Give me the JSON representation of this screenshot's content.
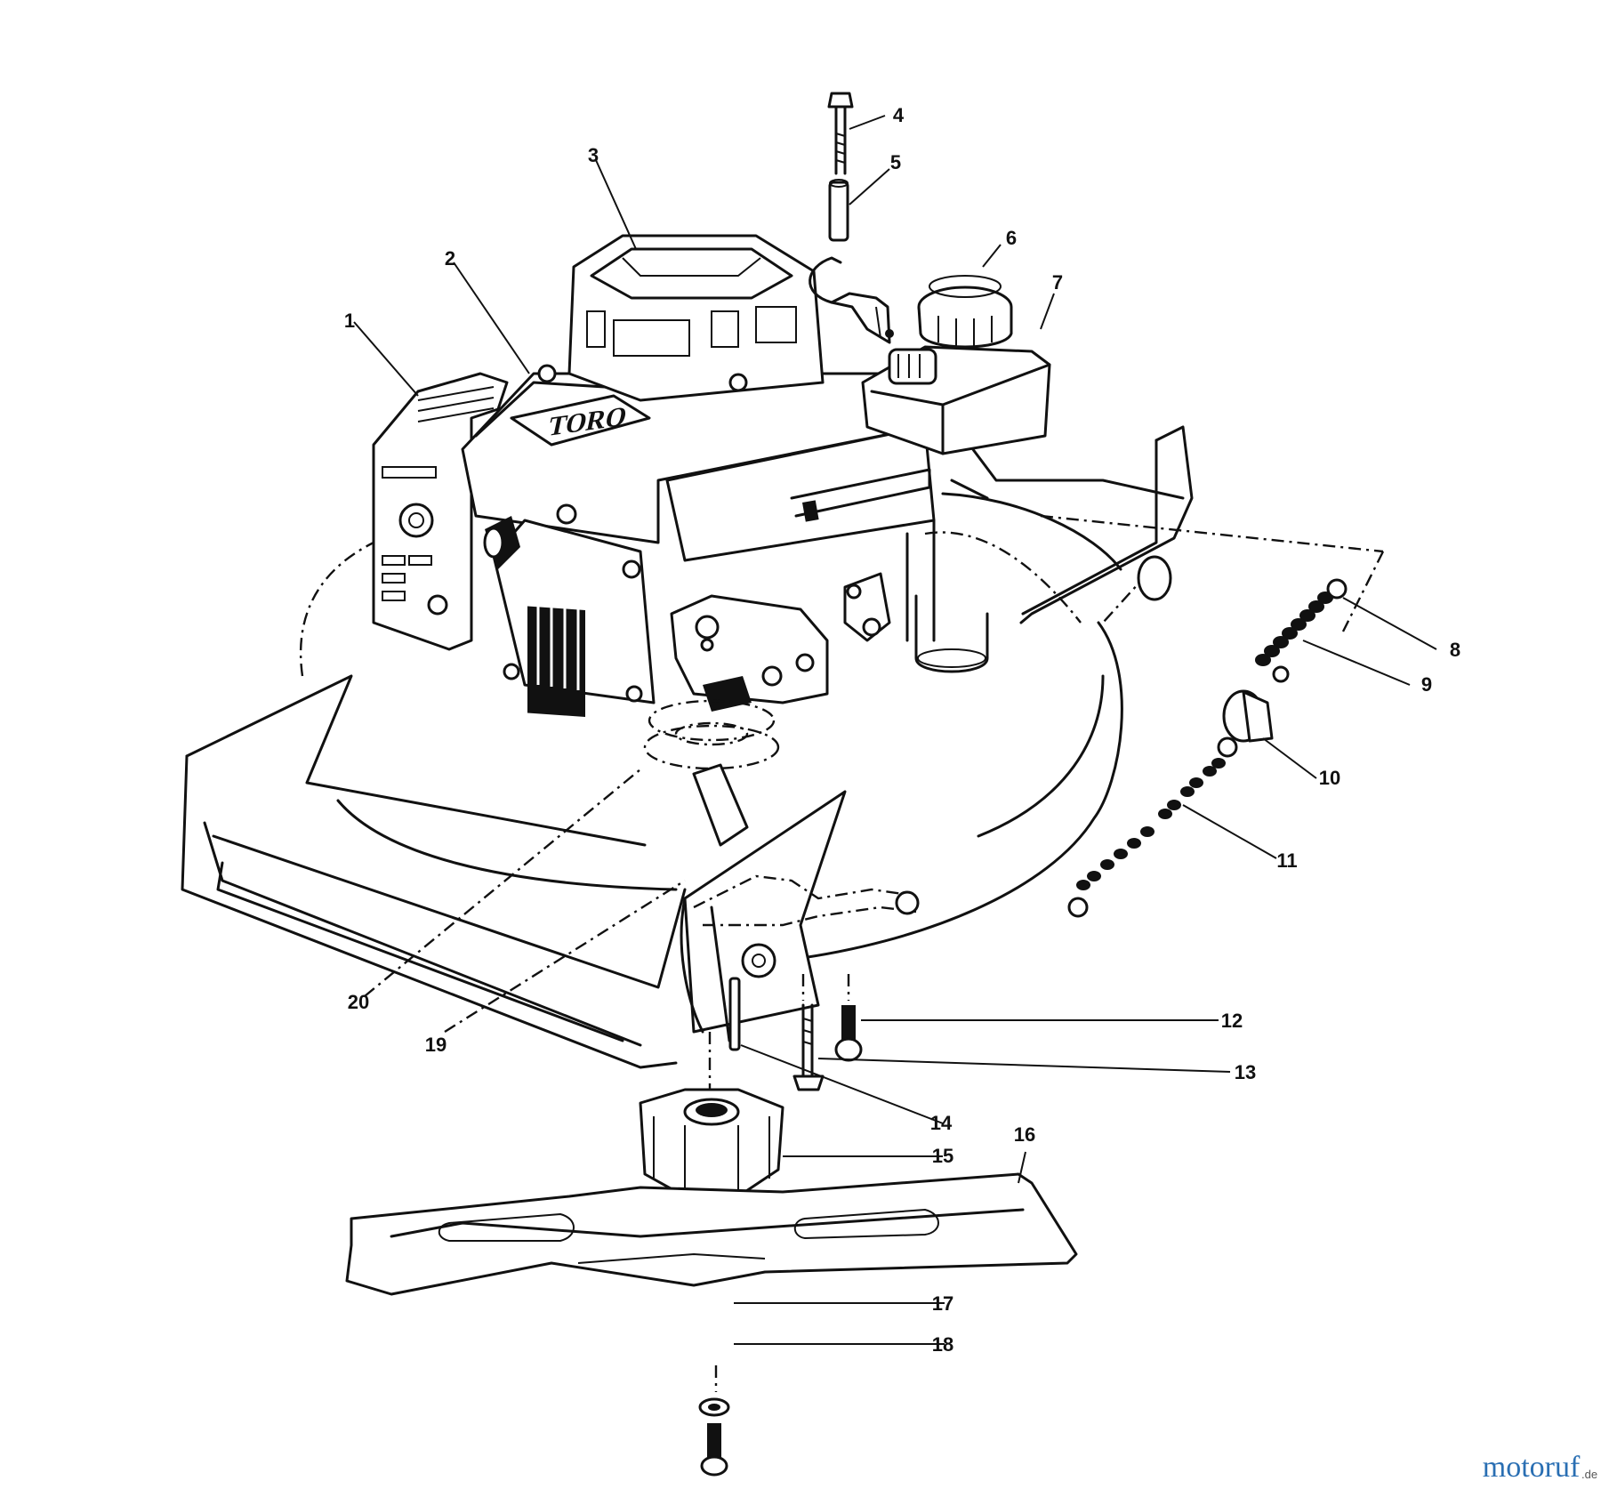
{
  "engine_brand": "TORO",
  "callouts": [
    "1",
    "2",
    "3",
    "4",
    "5",
    "6",
    "7",
    "8",
    "9",
    "10",
    "11",
    "12",
    "13",
    "14",
    "15",
    "16",
    "17",
    "18",
    "19",
    "20"
  ],
  "watermark": {
    "left": "motoruf",
    "right": ".de"
  }
}
